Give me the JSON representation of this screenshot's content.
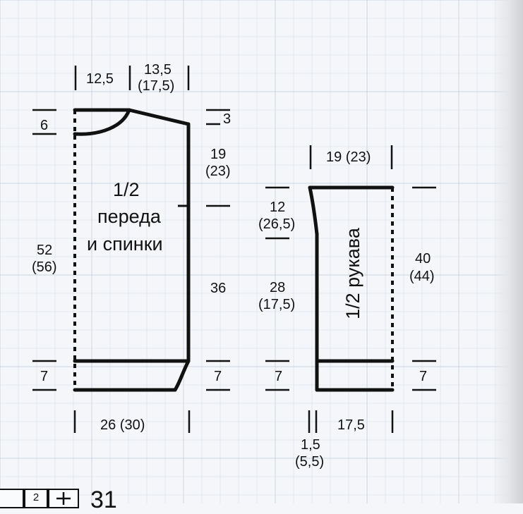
{
  "body_piece": {
    "title_line1": "1/2",
    "title_line2": "переда",
    "title_line3": "и спинки",
    "top_left_width": "12,5",
    "shoulder_width_1": "13,5",
    "shoulder_width_2": "(17,5)",
    "neck_depth": "6",
    "shoulder_slope": "3",
    "armhole_1": "19",
    "armhole_2": "(23)",
    "side_length": "36",
    "total_length_1": "52",
    "total_length_2": "(56)",
    "rib_left": "7",
    "rib_right": "7",
    "bottom_width": "26 (30)"
  },
  "sleeve_piece": {
    "title": "1/2 рукава",
    "top_width": "19 (23)",
    "cap_1": "12",
    "cap_2": "(26,5)",
    "length_1": "28",
    "length_2": "(17,5)",
    "total_length_1": "40",
    "total_length_2": "(44)",
    "rib_left": "7",
    "rib_right": "7",
    "bottom_offset_1": "1,5",
    "bottom_offset_2": "(5,5)",
    "bottom_width": "17,5"
  },
  "footer": {
    "box_label": "2",
    "page_number": "31"
  },
  "colors": {
    "ink": "#111111",
    "paper": "#f4f6f9",
    "grid": "#b9c6d8"
  }
}
